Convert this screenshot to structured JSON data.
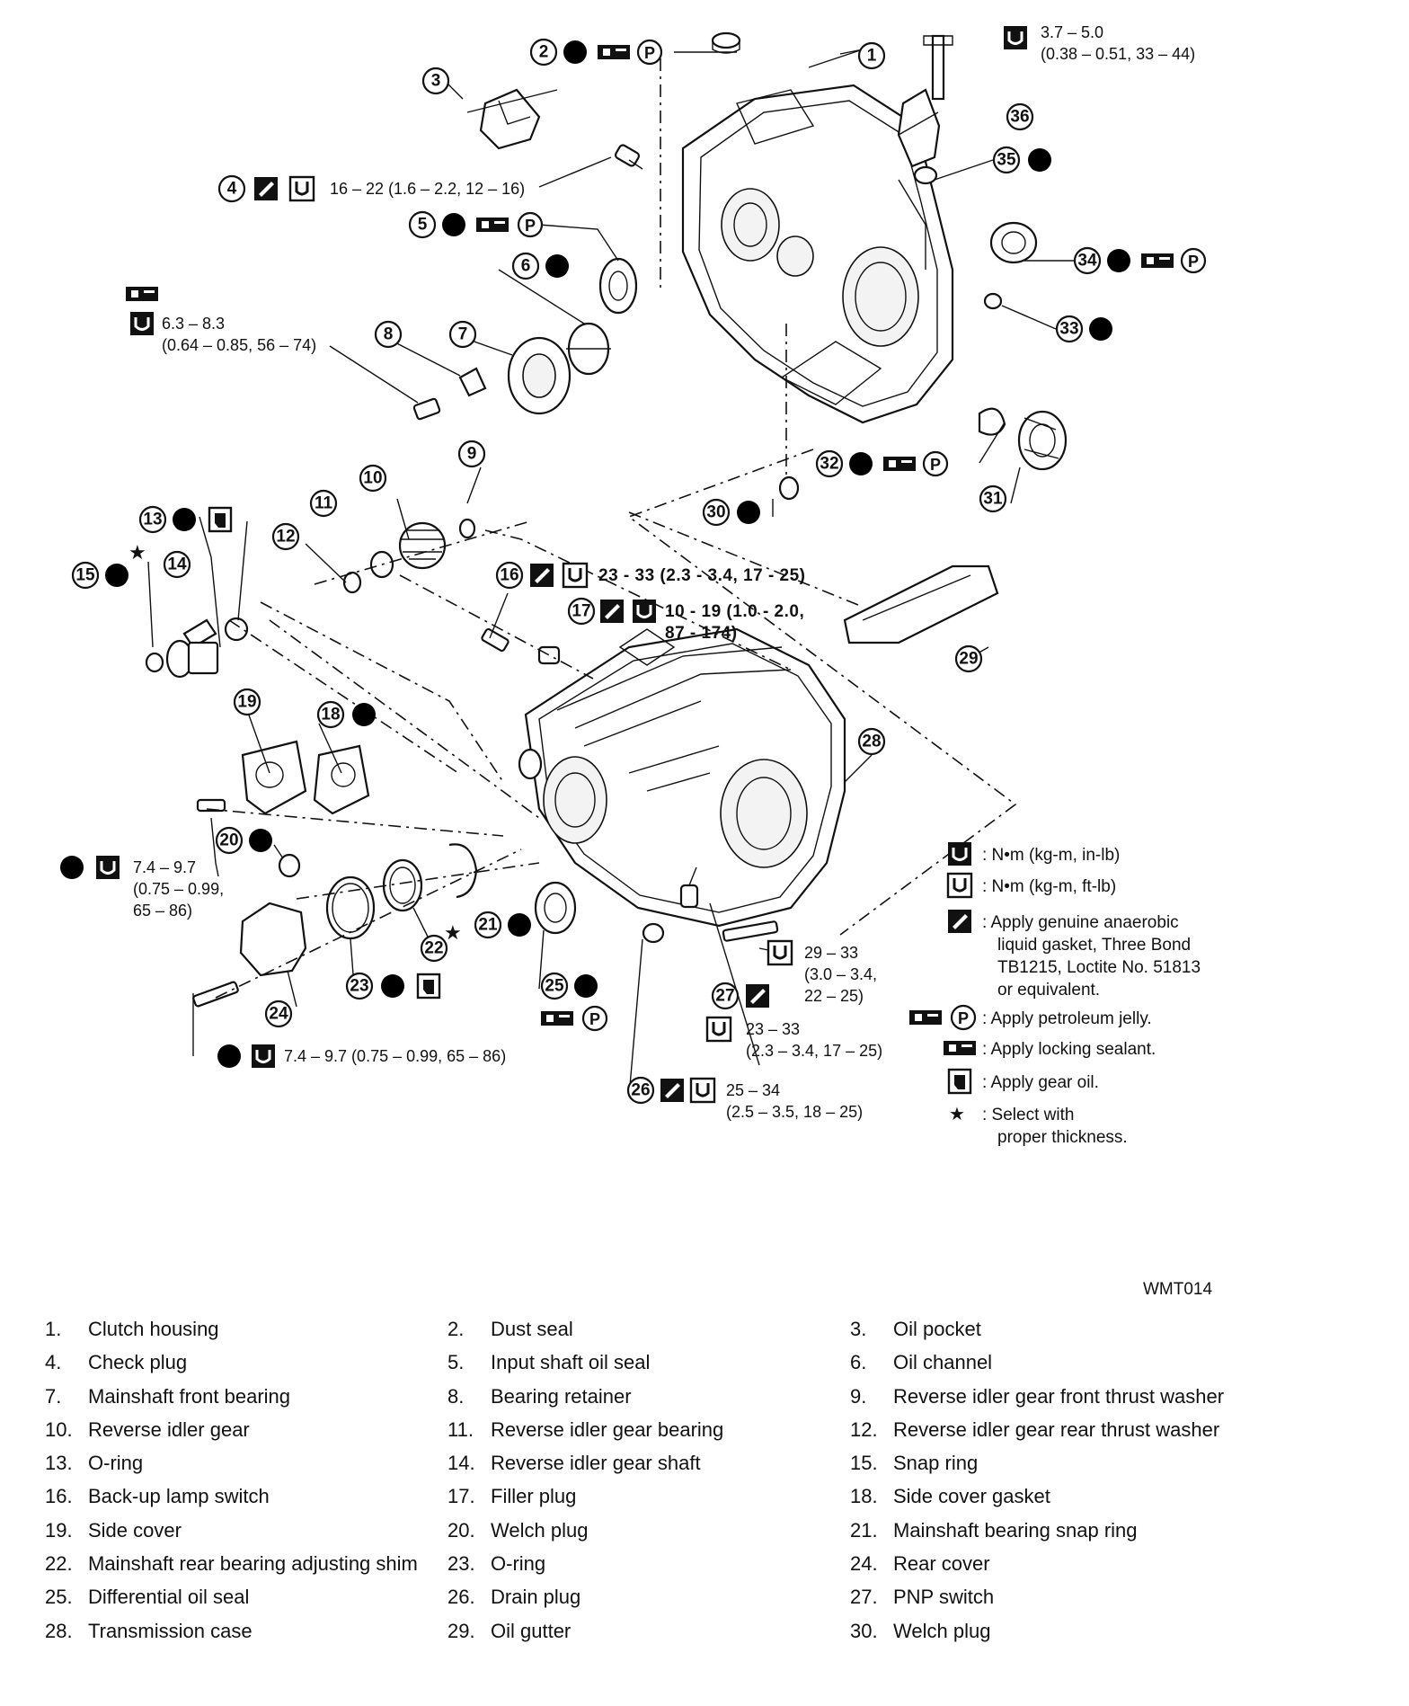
{
  "figure_id": "WMT014",
  "callouts": [
    "1",
    "2",
    "3",
    "4",
    "5",
    "6",
    "7",
    "8",
    "9",
    "10",
    "11",
    "12",
    "13",
    "14",
    "15",
    "16",
    "17",
    "18",
    "19",
    "20",
    "21",
    "22",
    "23",
    "24",
    "25",
    "26",
    "27",
    "28",
    "29",
    "30",
    "31",
    "32",
    "33",
    "34",
    "35",
    "36"
  ],
  "specs": {
    "s36a": "3.7 – 5.0",
    "s36b": "(0.38 – 0.51, 33 – 44)",
    "s4": "16 – 22 (1.6 – 2.2, 12 – 16)",
    "s8a": "6.3 – 8.3",
    "s8b": "(0.64 – 0.85, 56 – 74)",
    "s16": "23 - 33 (2.3 - 3.4, 17 - 25)",
    "s17a": "10 - 19 (1.0 - 2.0,",
    "s17b": "87 - 174)",
    "s19a": "7.4 – 9.7",
    "s19b": "(0.75 – 0.99,",
    "s19c": "65 – 86)",
    "s24": "7.4 – 9.7 (0.75 – 0.99, 65 – 86)",
    "s28a": "29 – 33",
    "s28b": "(3.0 – 3.4,",
    "s28c": "22 – 25)",
    "s27a": "23 – 33",
    "s27b": "(2.3 – 3.4, 17 – 25)",
    "s26a": "25 – 34",
    "s26b": "(2.5 – 3.5, 18 – 25)"
  },
  "legend": {
    "nm_in": ": N•m (kg-m, in-lb)",
    "nm_ft": ": N•m (kg-m, ft-lb)",
    "gasket1": ": Apply genuine anaerobic",
    "gasket2": "liquid gasket, Three Bond",
    "gasket3": "TB1215, Loctite No. 51813",
    "gasket4": "or equivalent.",
    "jelly": ": Apply petroleum jelly.",
    "sealant": ": Apply locking sealant.",
    "gearoil": ": Apply gear oil.",
    "select1": ": Select with",
    "select2": "proper thickness."
  },
  "parts_list": [
    {
      "num": "1.",
      "name": "Clutch housing"
    },
    {
      "num": "2.",
      "name": "Dust seal"
    },
    {
      "num": "3.",
      "name": "Oil pocket"
    },
    {
      "num": "4.",
      "name": "Check plug"
    },
    {
      "num": "5.",
      "name": "Input shaft oil seal"
    },
    {
      "num": "6.",
      "name": "Oil channel"
    },
    {
      "num": "7.",
      "name": "Mainshaft front bearing"
    },
    {
      "num": "8.",
      "name": "Bearing retainer"
    },
    {
      "num": "9.",
      "name": "Reverse idler gear front thrust washer"
    },
    {
      "num": "10.",
      "name": "Reverse idler gear"
    },
    {
      "num": "11.",
      "name": "Reverse idler gear bearing"
    },
    {
      "num": "12.",
      "name": "Reverse idler gear rear thrust washer"
    },
    {
      "num": "13.",
      "name": "O-ring"
    },
    {
      "num": "14.",
      "name": "Reverse idler gear shaft"
    },
    {
      "num": "15.",
      "name": "Snap ring"
    },
    {
      "num": "16.",
      "name": "Back-up lamp switch"
    },
    {
      "num": "17.",
      "name": "Filler plug"
    },
    {
      "num": "18.",
      "name": "Side cover gasket"
    },
    {
      "num": "19.",
      "name": "Side cover"
    },
    {
      "num": "20.",
      "name": "Welch plug"
    },
    {
      "num": "21.",
      "name": "Mainshaft bearing snap ring"
    },
    {
      "num": "22.",
      "name": "Mainshaft rear bearing adjusting shim"
    },
    {
      "num": "23.",
      "name": "O-ring"
    },
    {
      "num": "24.",
      "name": "Rear cover"
    },
    {
      "num": "25.",
      "name": "Differential oil seal"
    },
    {
      "num": "26.",
      "name": "Drain plug"
    },
    {
      "num": "27.",
      "name": "PNP switch"
    },
    {
      "num": "28.",
      "name": "Transmission case"
    },
    {
      "num": "29.",
      "name": "Oil gutter"
    },
    {
      "num": "30.",
      "name": "Welch plug"
    }
  ]
}
